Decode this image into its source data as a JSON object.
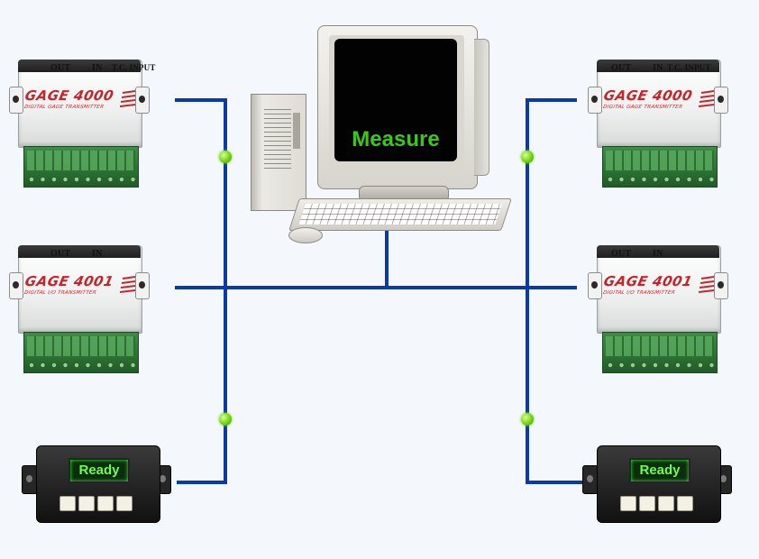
{
  "computer": {
    "screen_text": "Measure"
  },
  "modules": [
    {
      "id": "tl",
      "model": "GAGE 4000",
      "subtitle": "DIGITAL GAGE TRANSMITTER",
      "labels": {
        "out": "OUT",
        "in": "IN",
        "tc": "T.C. INPUT"
      }
    },
    {
      "id": "tr",
      "model": "GAGE 4000",
      "subtitle": "DIGITAL GAGE TRANSMITTER",
      "labels": {
        "out": "OUT",
        "in": "IN",
        "tc": "T.C. INPUT"
      }
    },
    {
      "id": "ml",
      "model": "GAGE 4001",
      "subtitle": "DIGITAL I/O TRANSMITTER",
      "labels": {
        "out": "OUT",
        "in": "IN"
      }
    },
    {
      "id": "mr",
      "model": "GAGE 4001",
      "subtitle": "DIGITAL I/O TRANSMITTER",
      "labels": {
        "out": "OUT",
        "in": "IN"
      }
    }
  ],
  "displays": [
    {
      "id": "bl",
      "text": "Ready"
    },
    {
      "id": "br",
      "text": "Ready"
    }
  ],
  "colors": {
    "network_line": "#0a3aa6",
    "node": "#71d30d",
    "screen_text": "#3bc81a",
    "module_text": "#c7242a",
    "display_text": "#6cff4a"
  }
}
